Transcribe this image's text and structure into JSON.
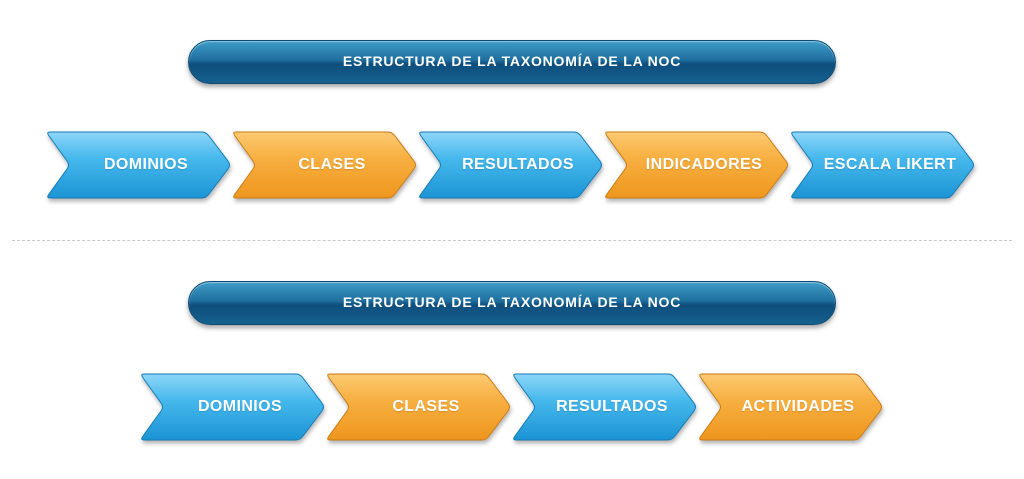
{
  "top": {
    "title": "ESTRUCTURA DE LA TAXONOMÍA DE LA NOC",
    "steps": [
      {
        "label": "DOMINIOS",
        "color": "blue"
      },
      {
        "label": "CLASES",
        "color": "orange"
      },
      {
        "label": "RESULTADOS",
        "color": "blue"
      },
      {
        "label": "INDICADORES",
        "color": "orange"
      },
      {
        "label": "ESCALA LIKERT",
        "color": "blue"
      }
    ]
  },
  "bottom": {
    "title": "ESTRUCTURA DE LA TAXONOMÍA DE LA NOC",
    "steps": [
      {
        "label": "DOMINIOS",
        "color": "blue"
      },
      {
        "label": "CLASES",
        "color": "orange"
      },
      {
        "label": "RESULTADOS",
        "color": "blue"
      },
      {
        "label": "ACTIVIDADES",
        "color": "orange"
      }
    ]
  },
  "colors": {
    "blue_light": "#8ed6f8",
    "blue_mid": "#3cb3ea",
    "blue_dark": "#1a92d2",
    "blue_edge": "#1479b3",
    "orange_light": "#fcca73",
    "orange_mid": "#f6ab38",
    "orange_dark": "#ef9720",
    "orange_edge": "#c77a12",
    "banner": "#15608f"
  }
}
